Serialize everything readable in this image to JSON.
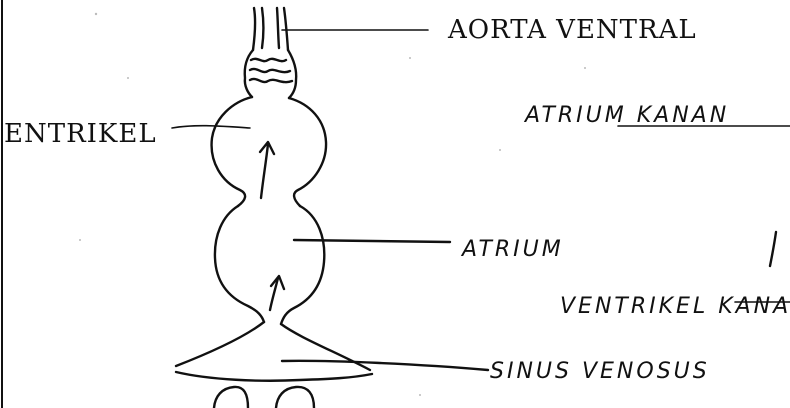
{
  "labels": {
    "aorta_ventral": "AORTA VENTRAL",
    "ventrikel": "ENTRIKEL",
    "atrium_kanan": "ATRIUM KANAN",
    "atrium": "ATRIUM",
    "ventrikel_kanan": "VENTRIKEL KANAN",
    "sinus_venosus": "SINUS VENOSUS"
  }
}
